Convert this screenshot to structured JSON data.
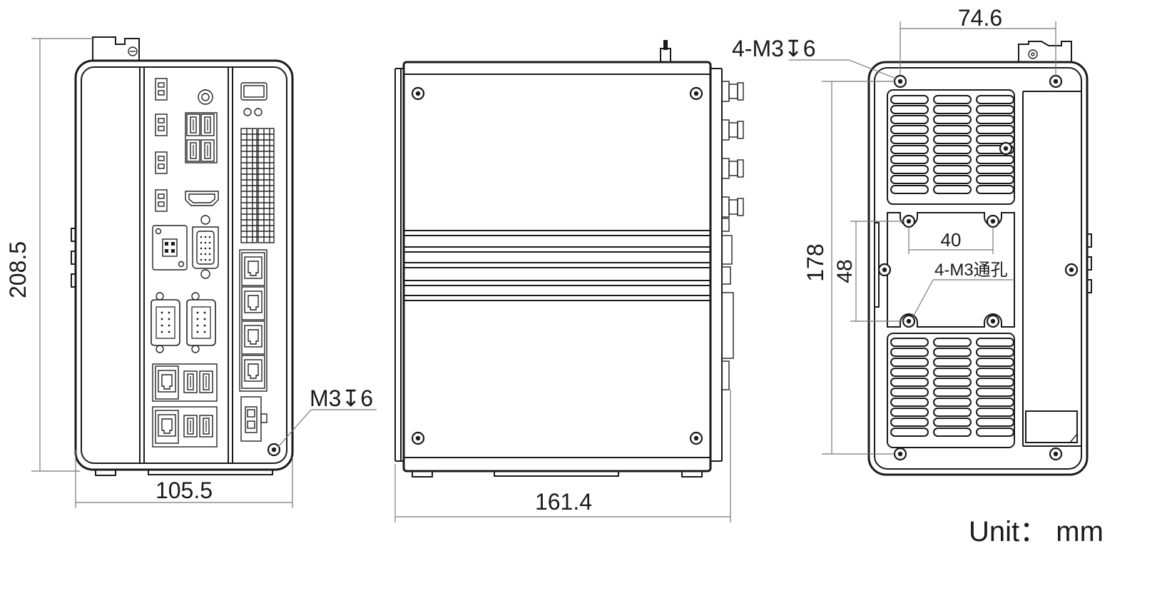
{
  "dimensions": {
    "front_height": "208.5",
    "front_width": "105.5",
    "side_width": "161.4",
    "rear_top_spacing": "74.6",
    "rear_vertical_spacing": "178",
    "bracket_height": "48",
    "bracket_width": "40"
  },
  "callouts": {
    "front_screw": "M3↧6",
    "rear_top_holes": "4-M3↧6",
    "bracket_holes": "4-M3通孔"
  },
  "unit_label": "Unit： mm",
  "colors": {
    "line": "#1a1a1a",
    "dimension": "#777777"
  }
}
